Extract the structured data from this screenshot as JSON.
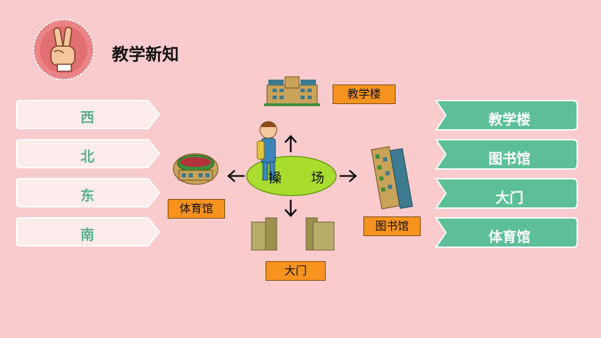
{
  "header": {
    "title": "教学新知",
    "badge_icon": "victory-hand-icon"
  },
  "left_cards": [
    "西",
    "北",
    "东",
    "南"
  ],
  "right_cards": [
    "教学楼",
    "图书馆",
    "大门",
    "体育馆"
  ],
  "diagram": {
    "center": "操 场",
    "north_label": "教学楼",
    "east_label": "图书馆",
    "south_label": "大门",
    "west_label": "体育馆"
  },
  "colors": {
    "background": "#f9cbcc",
    "left_card_fill": "#fdecec",
    "left_card_text": "#5ab08c",
    "right_card_fill": "#5cbf98",
    "right_card_text": "#ffffff",
    "tag_fill": "#f7931e",
    "playground": "#a8dc2e"
  }
}
